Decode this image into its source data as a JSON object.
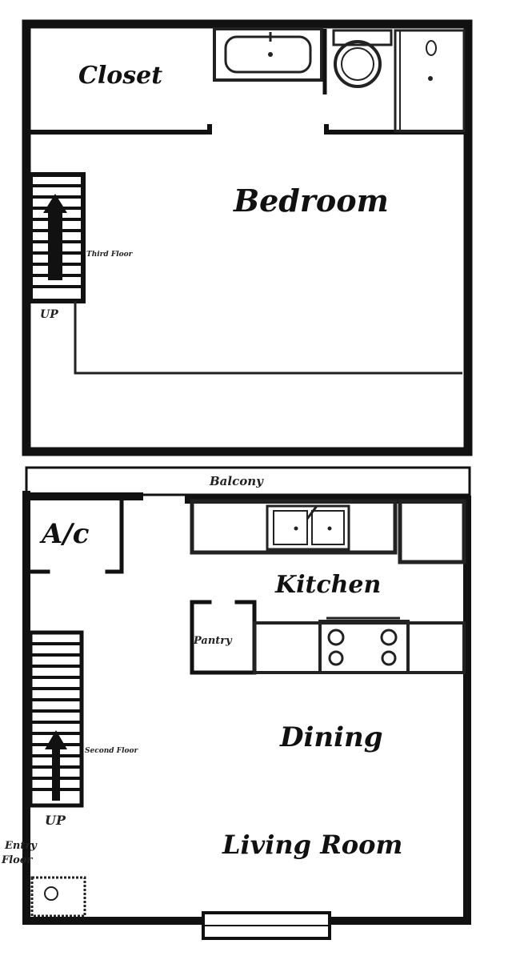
{
  "floor_plan": {
    "upper_floor": {
      "rooms": {
        "closet": "Closet",
        "bedroom": "Bedroom"
      },
      "stair_label": "Third Floor",
      "stair_direction": "UP"
    },
    "lower_floor": {
      "rooms": {
        "balcony": "Balcony",
        "ac": "A/c",
        "kitchen": "Kitchen",
        "pantry": "Pantry",
        "dining": "Dining",
        "living_room": "Living Room"
      },
      "stair_label": "Second Floor",
      "stair_direction": "UP",
      "entry_label_line1": "Entry",
      "entry_label_line2": "Floor"
    }
  }
}
